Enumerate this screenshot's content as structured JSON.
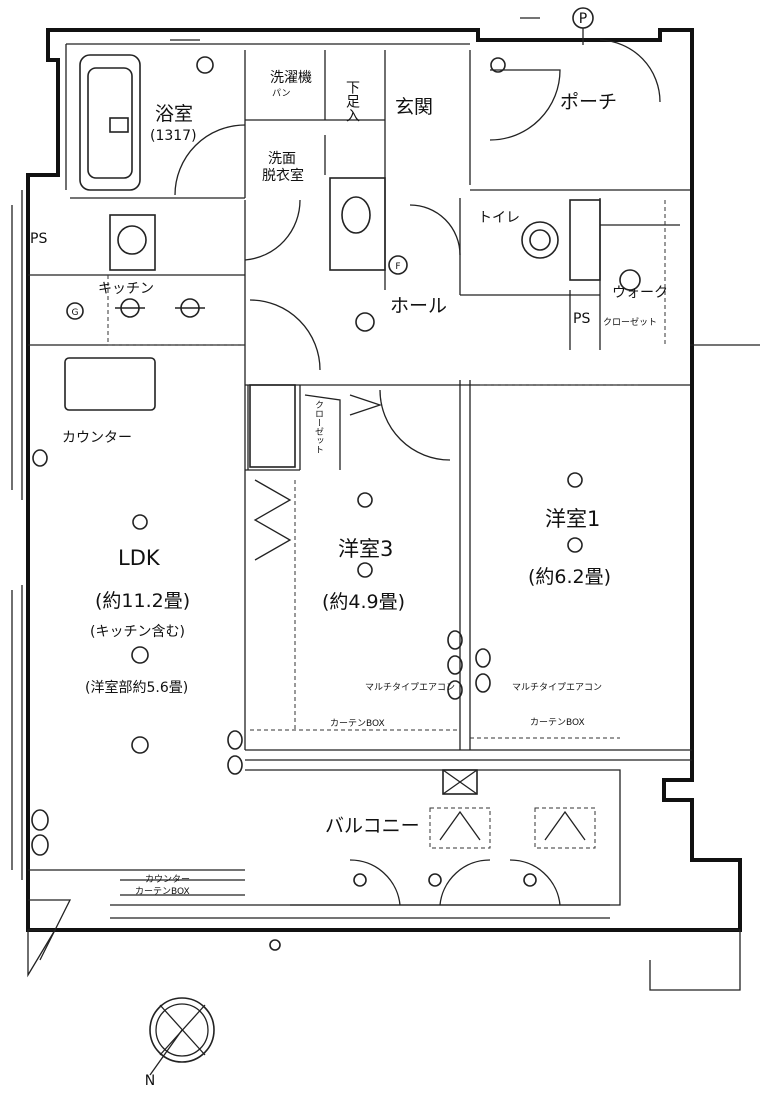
{
  "rooms": {
    "bath": "浴室",
    "bath_size": "(1317)",
    "washroom": "洗面",
    "washroom_sub": "脱衣室",
    "laundry": "洗濯機",
    "laundry_sub": "パン",
    "shoebox": "下足入",
    "entrance": "玄関",
    "porch": "ポーチ",
    "toilet": "トイレ",
    "kitchen": "キッチン",
    "hall": "ホール",
    "ps1": "PS",
    "ps2": "PS",
    "walkin": "ウォーク",
    "walkin_sub": "クローゼット",
    "counter": "カウンター",
    "closet": "クローゼット",
    "ldk": "LDK",
    "ldk_size": "(約11.2畳)",
    "ldk_note": "(キッチン含む)",
    "ldk_note2": "(洋室部約5.6畳)",
    "western3": "洋室3",
    "western3_size": "(約4.9畳)",
    "western1": "洋室1",
    "western1_size": "(約6.2畳)",
    "balcony": "バルコニー",
    "ac1": "マルチタイプエアコン",
    "ac2": "マルチタイプエアコン",
    "curtain1": "カーテンBOX",
    "curtain2": "カーテンBOX",
    "counter_bottom": "カウンター",
    "curtain_bottom": "カーテンBOX"
  },
  "symbols": {
    "parking": "P",
    "f_mark": "F",
    "g_mark": "G",
    "north": "N"
  }
}
